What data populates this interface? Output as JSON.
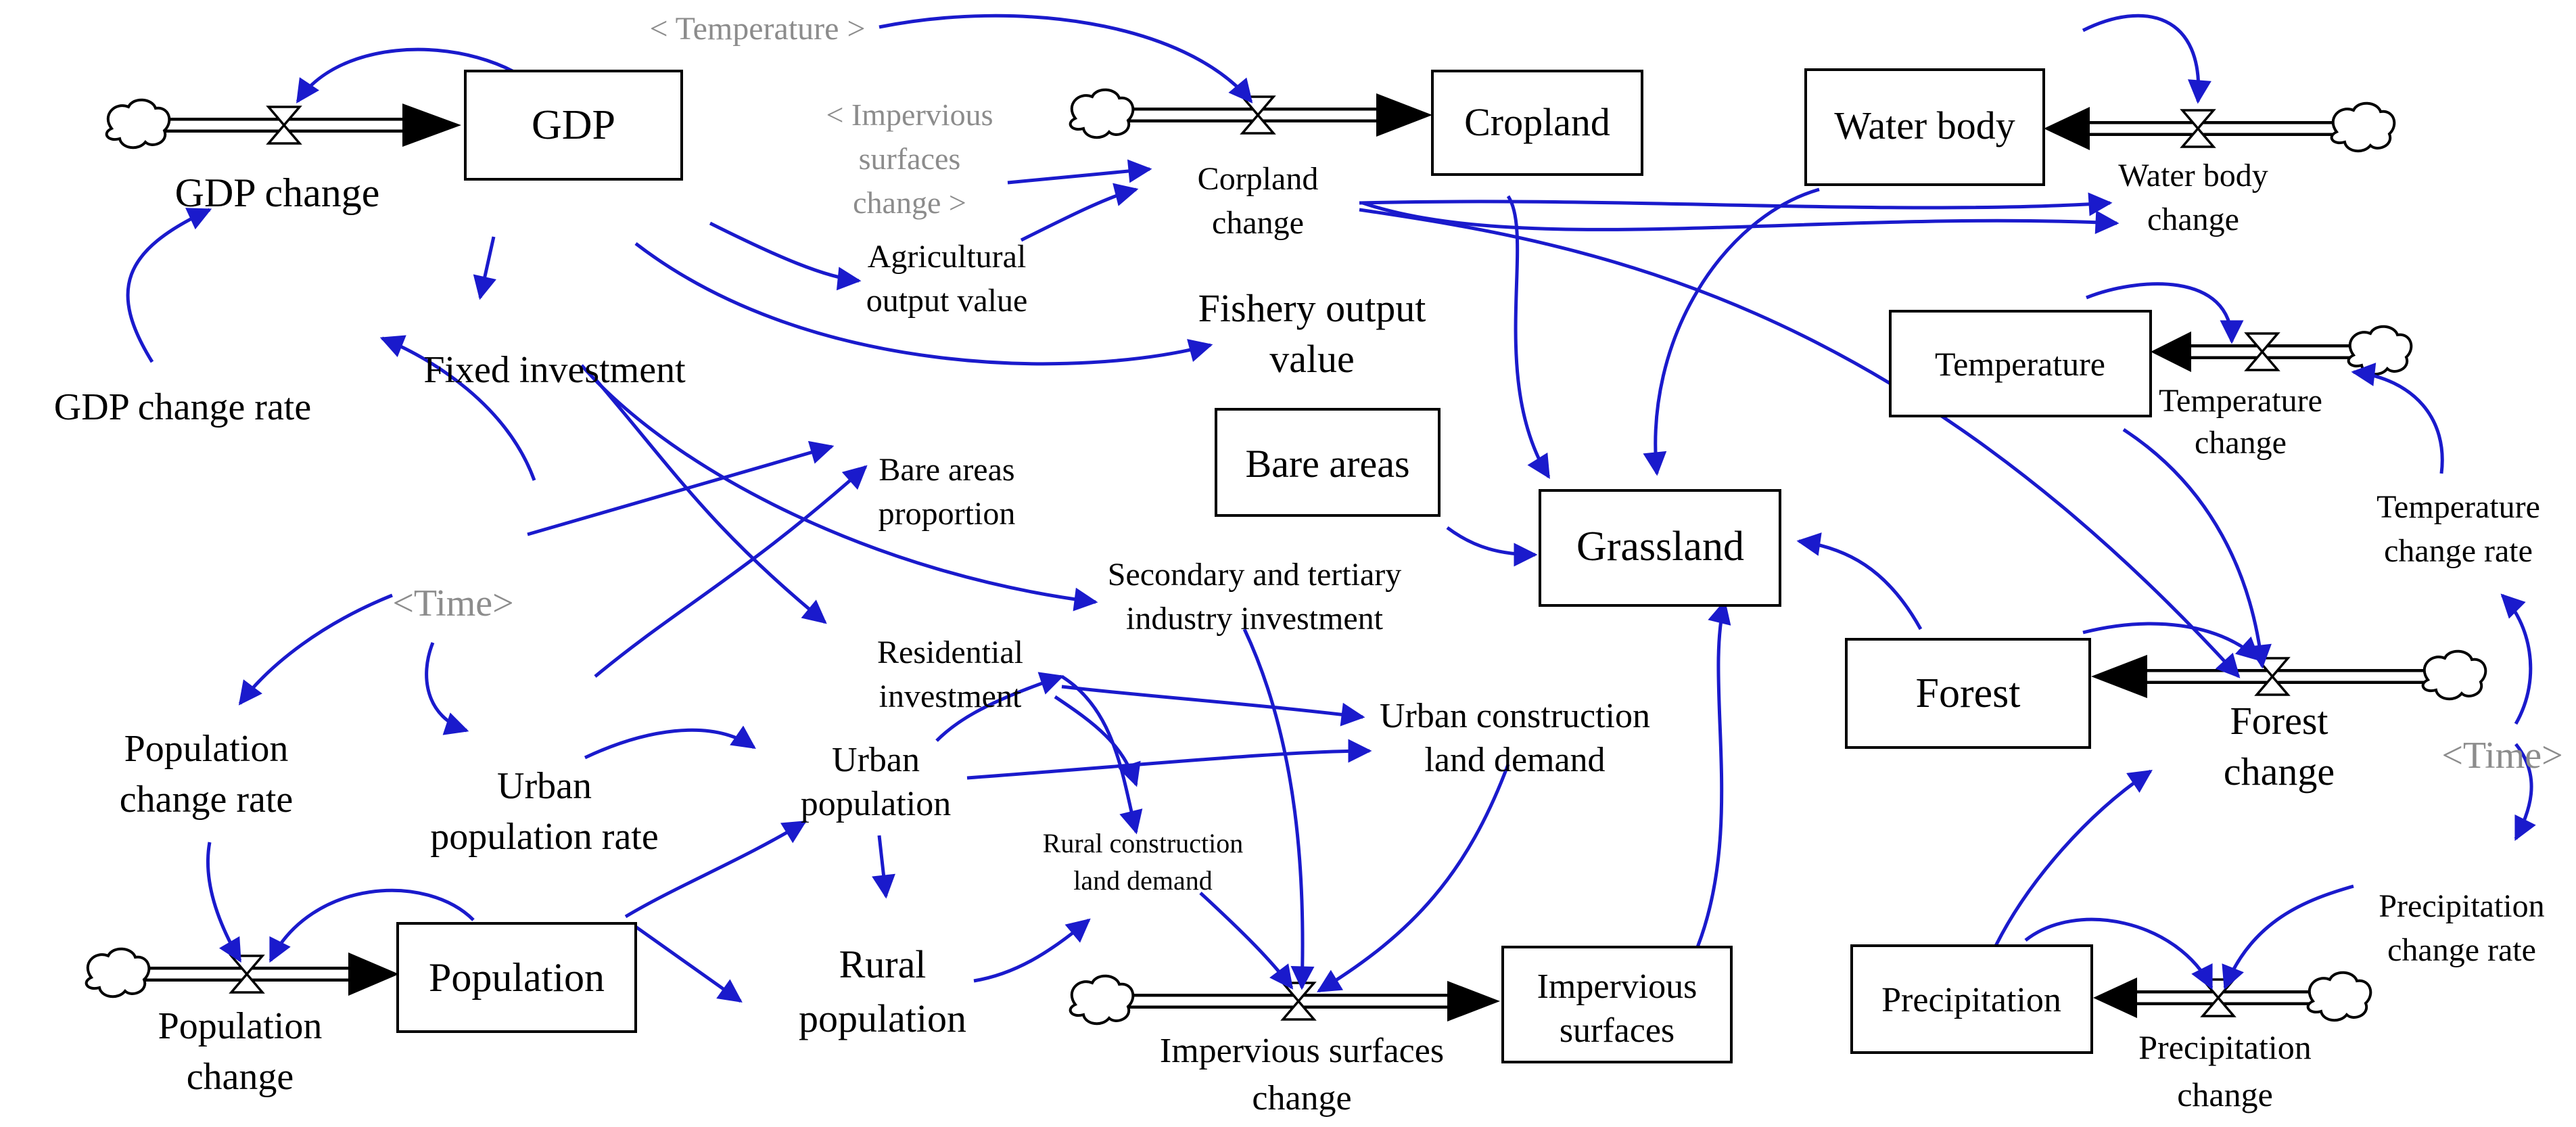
{
  "stocks": {
    "gdp": "GDP",
    "cropland": "Cropland",
    "water_body": "Water body",
    "temperature": "Temperature",
    "bare_areas": "Bare areas",
    "grassland": "Grassland",
    "forest": "Forest",
    "population": "Population",
    "impervious_surfaces": [
      "Impervious",
      "surfaces"
    ],
    "precipitation": "Precipitation"
  },
  "flows": {
    "gdp_change": "GDP change",
    "corpland_change": [
      "Corpland",
      "change"
    ],
    "water_body_change": [
      "Water body",
      "change"
    ],
    "temperature_change": [
      "Temperature",
      "change"
    ],
    "forest_change": [
      "Forest",
      "change"
    ],
    "population_change": [
      "Population",
      "change"
    ],
    "impervious_surfaces_change": [
      "Impervious surfaces",
      "change"
    ],
    "precipitation_change": [
      "Precipitation",
      "change"
    ]
  },
  "variables": {
    "gdp_change_rate": "GDP change rate",
    "fixed_investment": "Fixed investment",
    "agricultural_output_value": [
      "Agricultural",
      "output value"
    ],
    "fishery_output_value": [
      "Fishery output",
      "value"
    ],
    "bare_areas_proportion": [
      "Bare areas",
      "proportion"
    ],
    "secondary_tertiary_investment": [
      "Secondary and tertiary",
      "industry investment"
    ],
    "residential_investment": [
      "Residential",
      "investment"
    ],
    "urban_construction_land_demand": [
      "Urban construction",
      "land demand"
    ],
    "urban_population": [
      "Urban",
      "population"
    ],
    "urban_population_rate": [
      "Urban",
      "population rate"
    ],
    "population_change_rate": [
      "Population",
      "change rate"
    ],
    "rural_population": [
      "Rural",
      "population"
    ],
    "rural_construction_land_demand": [
      "Rural construction",
      "land demand"
    ],
    "temperature_change_rate": [
      "Temperature",
      "change rate"
    ],
    "precipitation_change_rate": [
      "Precipitation",
      "change rate"
    ]
  },
  "shadow_variables": {
    "temperature": "< Temperature >",
    "impervious_surfaces_change": [
      "< Impervious",
      "surfaces",
      "change >"
    ],
    "time_left": "<Time>",
    "time_right": "<Time>"
  },
  "colors": {
    "link": "#1a1acc",
    "shadow_text": "#8c8c8c",
    "stock_border": "#000000"
  }
}
